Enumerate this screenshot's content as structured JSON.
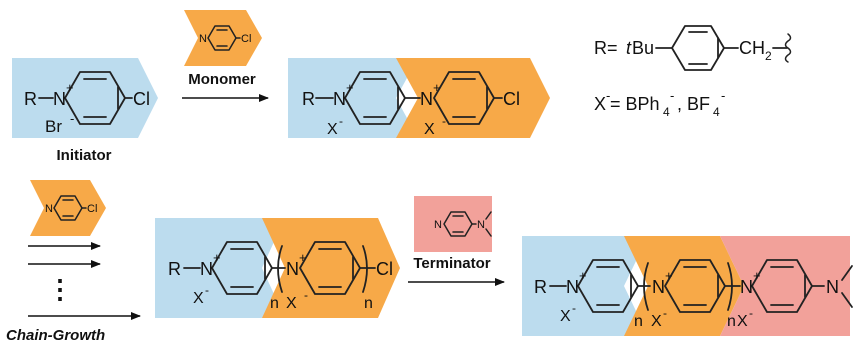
{
  "labels": {
    "monomer": "Monomer",
    "initiator": "Initiator",
    "terminator": "Terminator",
    "chain_growth": "Chain-Growth",
    "ellipsis": "⋮"
  },
  "atoms": {
    "r": "R",
    "n": "N",
    "plus": "+",
    "cl": "Cl",
    "br": "Br",
    "x": "X",
    "minus": "-",
    "sub_n": "n"
  },
  "definitions": {
    "r_prefix": "R=",
    "tbu_t": "t",
    "tbu_bu": "Bu",
    "ch": "CH",
    "ch_sub": "2",
    "x_prefix": "X",
    "x_minus": "-",
    "x_eq": "= BPh",
    "bph_sub": "4",
    "bph_sup": "-",
    "comma_bf": ", BF",
    "bf_sub": "4",
    "bf_sup": "-"
  },
  "colors": {
    "initiator_blue": "#bcdcee",
    "monomer_orange": "#f7a948",
    "terminator_red": "#f2a19a"
  }
}
